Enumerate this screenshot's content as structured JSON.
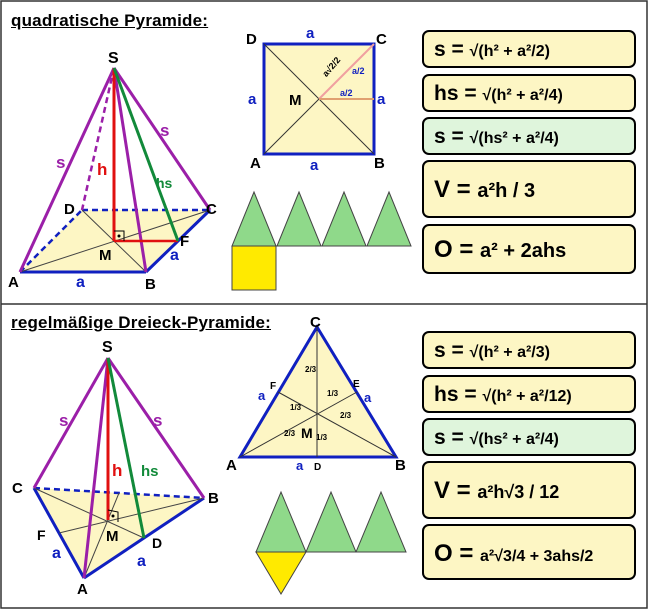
{
  "sections": {
    "square": {
      "title": "quadratische Pyramide:"
    },
    "triangle": {
      "title": "regelmäßige Dreieck-Pyramide:"
    }
  },
  "labels": {
    "S": "S",
    "A": "A",
    "B": "B",
    "C": "C",
    "D": "D",
    "E": "E",
    "F": "F",
    "M": "M",
    "a": "a",
    "s": "s",
    "h": "h",
    "hs": "hs",
    "a_half": "a/2",
    "a_sqrt2_half": "a√2/2",
    "third": "1/3",
    "two_thirds": "2/3"
  },
  "formulas": {
    "square": [
      {
        "lhs": "s",
        "rhs": "√(h² + a²/2)"
      },
      {
        "lhs": "hs",
        "rhs": "√(h² + a²/4)"
      },
      {
        "lhs": "s",
        "rhs": "√(hs² + a²/4)"
      },
      {
        "lhs": "V",
        "rhs": "a²h / 3"
      },
      {
        "lhs": "O",
        "rhs": "a² + 2ahs"
      }
    ],
    "triangle": [
      {
        "lhs": "s",
        "rhs": "√(h² + a²/3)"
      },
      {
        "lhs": "hs",
        "rhs": "√(h² + a²/12)"
      },
      {
        "lhs": "s",
        "rhs": "√(hs² + a²/4)"
      },
      {
        "lhs": "V",
        "rhs": "a²h√3 / 12"
      },
      {
        "lhs": "O",
        "rhs": "a²√3/4 + 3ahs/2"
      }
    ]
  },
  "colors": {
    "edge_purple": "#9b1fa8",
    "height_red": "#e01010",
    "apothem_green": "#128a3a",
    "base_blue": "#1020c0",
    "fill_yellow": "#fdf6c4",
    "net_green": "#8fd98a",
    "net_square": "#ffea00",
    "formula_green_bg": "#dff5dc"
  }
}
